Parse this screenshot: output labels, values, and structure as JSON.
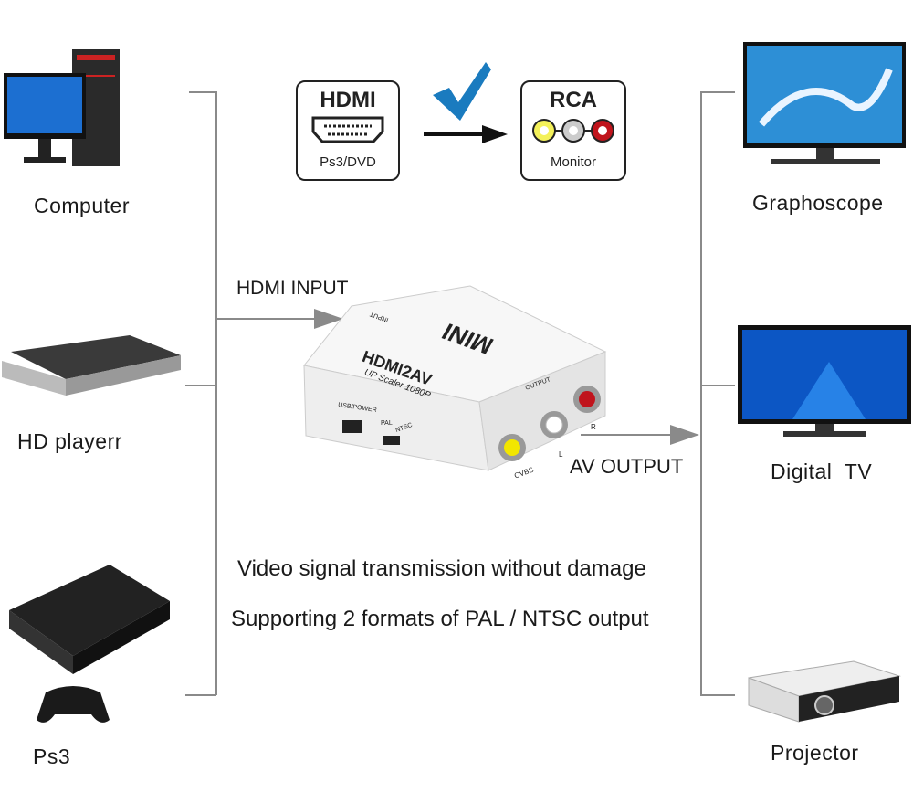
{
  "sources": [
    {
      "label": "Computer"
    },
    {
      "label": "HD playerr"
    },
    {
      "label": "Ps3"
    }
  ],
  "outputs": [
    {
      "label": "Graphoscope"
    },
    {
      "label": "Digital  TV"
    },
    {
      "label": "Projector"
    }
  ],
  "hdmi_box": {
    "title": "HDMI",
    "subtitle": "Ps3/DVD"
  },
  "rca_box": {
    "title": "RCA",
    "subtitle": "Monitor"
  },
  "input_label": "HDMI INPUT",
  "output_label": "AV OUTPUT",
  "device": {
    "brand": "MINI",
    "model": "HDMI2AV",
    "sub": "UP Scaler 1080P",
    "input": "INPUT",
    "output": "OUTPUT",
    "usb": "USB/POWER",
    "pal": "PAL",
    "ntsc": "NTSC",
    "cvbs": "CVBS",
    "l": "L",
    "r": "R"
  },
  "features": [
    "Video signal transmission without damage",
    "Supporting 2 formats of PAL / NTSC output"
  ],
  "colors": {
    "check": "#1a7bbf",
    "line": "#8a8a8a",
    "yellow": "#f2e600",
    "red": "#c0141c"
  }
}
